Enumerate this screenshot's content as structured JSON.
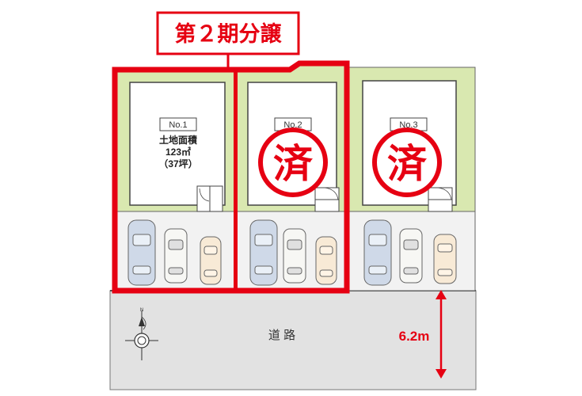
{
  "title": "第２期分譲",
  "lots": [
    {
      "number": "No.1",
      "area_label": "土地面積",
      "area_value": "123㎡",
      "area_tsubo": "（37坪）",
      "sold": false
    },
    {
      "number": "No.2",
      "sold": true,
      "sold_mark": "済"
    },
    {
      "number": "No.3",
      "sold": true,
      "sold_mark": "済"
    }
  ],
  "road": {
    "label": "道 路",
    "width": "6.2m"
  },
  "compass": {
    "north": "N"
  },
  "colors": {
    "highlight_red": "#e60012",
    "lot_green": "#d9e8b0",
    "road_gray": "#e2e2e2",
    "parking_gray": "#f2f2f2"
  }
}
